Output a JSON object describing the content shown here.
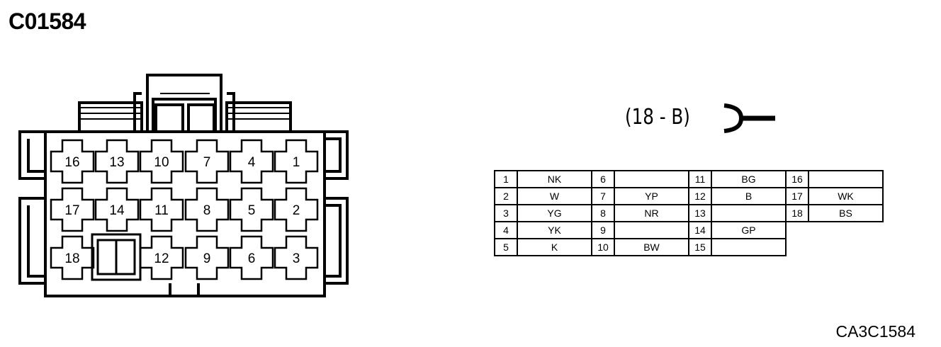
{
  "title": "C01584",
  "connector_type": "(18 - B)",
  "reference": "CA3C1584",
  "cavity_labels": [
    "16",
    "13",
    "10",
    "7",
    "4",
    "1",
    "17",
    "14",
    "11",
    "8",
    "5",
    "2",
    "18",
    "12",
    "9",
    "6",
    "3"
  ],
  "pinout": [
    {
      "pin": "1",
      "color": "NK"
    },
    {
      "pin": "2",
      "color": "W"
    },
    {
      "pin": "3",
      "color": "YG"
    },
    {
      "pin": "4",
      "color": "YK"
    },
    {
      "pin": "5",
      "color": "K"
    },
    {
      "pin": "6",
      "color": ""
    },
    {
      "pin": "7",
      "color": "YP"
    },
    {
      "pin": "8",
      "color": "NR"
    },
    {
      "pin": "9",
      "color": ""
    },
    {
      "pin": "10",
      "color": "BW"
    },
    {
      "pin": "11",
      "color": "BG"
    },
    {
      "pin": "12",
      "color": "B"
    },
    {
      "pin": "13",
      "color": ""
    },
    {
      "pin": "14",
      "color": "GP"
    },
    {
      "pin": "15",
      "color": ""
    },
    {
      "pin": "16",
      "color": ""
    },
    {
      "pin": "17",
      "color": "WK"
    },
    {
      "pin": "18",
      "color": "BS"
    }
  ]
}
